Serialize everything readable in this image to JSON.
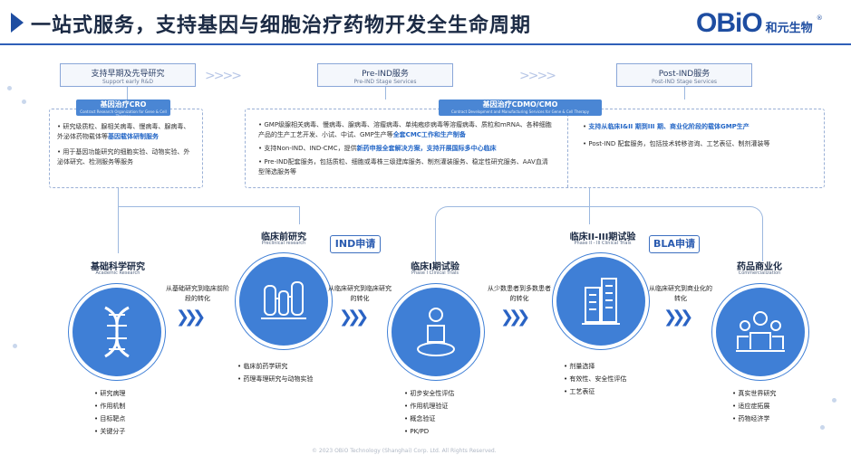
{
  "header": {
    "title": "一站式服务，支持基因与细胞治疗药物开发全生命周期",
    "logo_main": "OBiO",
    "logo_sub": "和元生物",
    "logo_reg": "®"
  },
  "stages_top": [
    {
      "cn": "支持早期及先导研究",
      "en": "Support early R&D"
    },
    {
      "cn": "Pre-IND服务",
      "en": "Pre-IND Stage Services"
    },
    {
      "cn": "Post-IND服务",
      "en": "Post-IND Stage Services"
    }
  ],
  "tags": {
    "cro": {
      "cn": "基因治疗CRO",
      "en": "Contract Research Organization for Gene & Cell Therapy"
    },
    "cdmo": {
      "cn": "基因治疗CDMO/CMO",
      "en": "Contract Development and Manufacturing Services for Gene & Cell Therapy"
    }
  },
  "box_left": {
    "line1_pre": "研究级质粒、腺相关病毒、慢病毒、腺病毒、外泌体药物载体等",
    "line1_hl": "基因载体研制服务",
    "line2": "用于基因功能研究的细胞实验、动物实验、外泌体研究、检测服务等服务"
  },
  "box_mid": {
    "l1": "GMP级腺相关病毒、慢病毒、腺病毒、溶瘤病毒、单纯疱疹病毒等溶瘤病毒、质粒和mRNA、各种细胞产品的生产工艺开发、小试、中试、GMP生产等",
    "l1_hl": "全套CMC工作和生产制备",
    "l2_pre": "支持Non-IND、IND-CMC，提供",
    "l2_hl": "新药申报全套解决方案，支持开展国际多中心临床",
    "l3": "Pre-IND配套服务，包括质粒、细胞或毒株三级建库服务、制剂灌装服务、稳定性研究服务、AAV血清型筛选服务等"
  },
  "box_right": {
    "l1": "支持从临床I&II 期到III 期、商业化阶段的载体GMP生产",
    "l2": "Post-IND 配套服务，包括技术转移咨询、工艺表征、制剂灌装等"
  },
  "stages": [
    {
      "cn": "基础科学研究",
      "en": "Academic Research",
      "icon": "dna-icon",
      "bullets": [
        "研究病理",
        "作用机制",
        "目标靶点",
        "关键分子"
      ]
    },
    {
      "cn": "临床前研究",
      "en": "Preclinical research",
      "icon": "lab-equipment-icon",
      "bullets": [
        "临床前药学研究",
        "药理毒理研究与动物实验"
      ]
    },
    {
      "cn": "临床I期试验",
      "en": "Phase I Clinical Trials",
      "icon": "person-icon",
      "bullets": [
        "初步安全性评估",
        "作用机理验证",
        "概念验证",
        "PK/PD"
      ]
    },
    {
      "cn": "临床II-III期试验",
      "en": "Phase II - III Clinical Trials",
      "icon": "building-icon",
      "bullets": [
        "剂量选择",
        "有效性、安全性评估",
        "工艺表征"
      ]
    },
    {
      "cn": "药品商业化",
      "en": "Commercialization",
      "icon": "people-icon",
      "bullets": [
        "真实世界研究",
        "适应症拓展",
        "药物经济学"
      ]
    }
  ],
  "transitions": [
    "从基础研究到临床前阶段的转化",
    "从临床研究到临床研究的转化",
    "从少数患者到多数患者的转化",
    "从临床研究到商业化的转化"
  ],
  "badges": {
    "ind": "IND申请",
    "bla": "BLA申请"
  },
  "footer": "© 2023 OBiO Technology (Shanghai) Corp. Ltd. All Rights Reserved."
}
